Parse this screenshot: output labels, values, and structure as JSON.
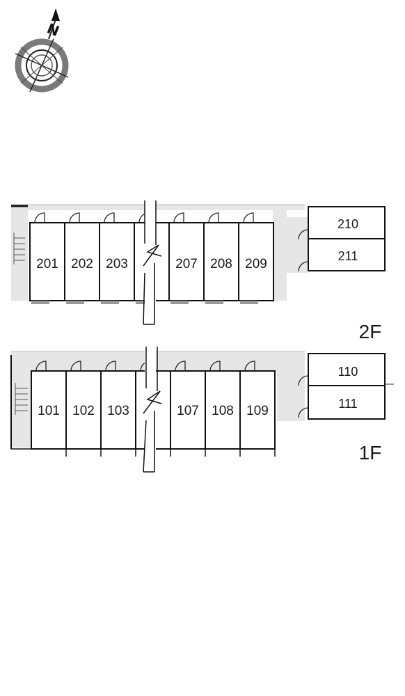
{
  "compass": {
    "north_label": "N",
    "icon": "compass-rose-icon"
  },
  "floors": [
    {
      "name": "2F",
      "units": [
        "201",
        "202",
        "203",
        "207",
        "208",
        "209"
      ],
      "side_units": [
        "210",
        "211"
      ]
    },
    {
      "name": "1F",
      "units": [
        "101",
        "102",
        "103",
        "107",
        "108",
        "109"
      ],
      "side_units": [
        "110",
        "111"
      ]
    }
  ]
}
